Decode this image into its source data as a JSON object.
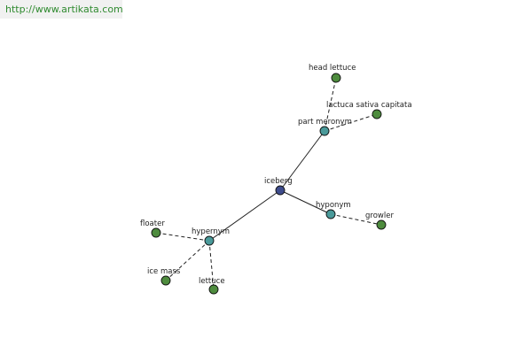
{
  "header": {
    "url": "http://www.artikata.com"
  },
  "graph": {
    "colors": {
      "center": "#3e4c8c",
      "relation": "#4a9a9a",
      "leaf": "#4e8c3e",
      "edge": "#222222"
    },
    "nodes": [
      {
        "id": "iceberg",
        "label": "iceberg",
        "kind": "center"
      },
      {
        "id": "part-meronym",
        "label": "part meronym",
        "kind": "relation"
      },
      {
        "id": "hyponym",
        "label": "hyponym",
        "kind": "relation"
      },
      {
        "id": "hypernym",
        "label": "hypernym",
        "kind": "relation"
      },
      {
        "id": "head-lettuce",
        "label": "head lettuce",
        "kind": "leaf"
      },
      {
        "id": "lactuca-sativa-capitata",
        "label": "lactuca sativa capitata",
        "kind": "leaf"
      },
      {
        "id": "growler",
        "label": "growler",
        "kind": "leaf"
      },
      {
        "id": "floater",
        "label": "floater",
        "kind": "leaf"
      },
      {
        "id": "ice-mass",
        "label": "ice mass",
        "kind": "leaf"
      },
      {
        "id": "lettuce",
        "label": "lettuce",
        "kind": "leaf"
      }
    ],
    "edges": [
      {
        "from": "iceberg",
        "to": "part-meronym",
        "style": "solid"
      },
      {
        "from": "iceberg",
        "to": "hyponym",
        "style": "solid"
      },
      {
        "from": "iceberg",
        "to": "hypernym",
        "style": "solid"
      },
      {
        "from": "part-meronym",
        "to": "head-lettuce",
        "style": "dashed"
      },
      {
        "from": "part-meronym",
        "to": "lactuca-sativa-capitata",
        "style": "dashed"
      },
      {
        "from": "hyponym",
        "to": "growler",
        "style": "dashed"
      },
      {
        "from": "hypernym",
        "to": "floater",
        "style": "dashed"
      },
      {
        "from": "hypernym",
        "to": "ice-mass",
        "style": "dashed"
      },
      {
        "from": "hypernym",
        "to": "lettuce",
        "style": "dashed"
      }
    ]
  }
}
